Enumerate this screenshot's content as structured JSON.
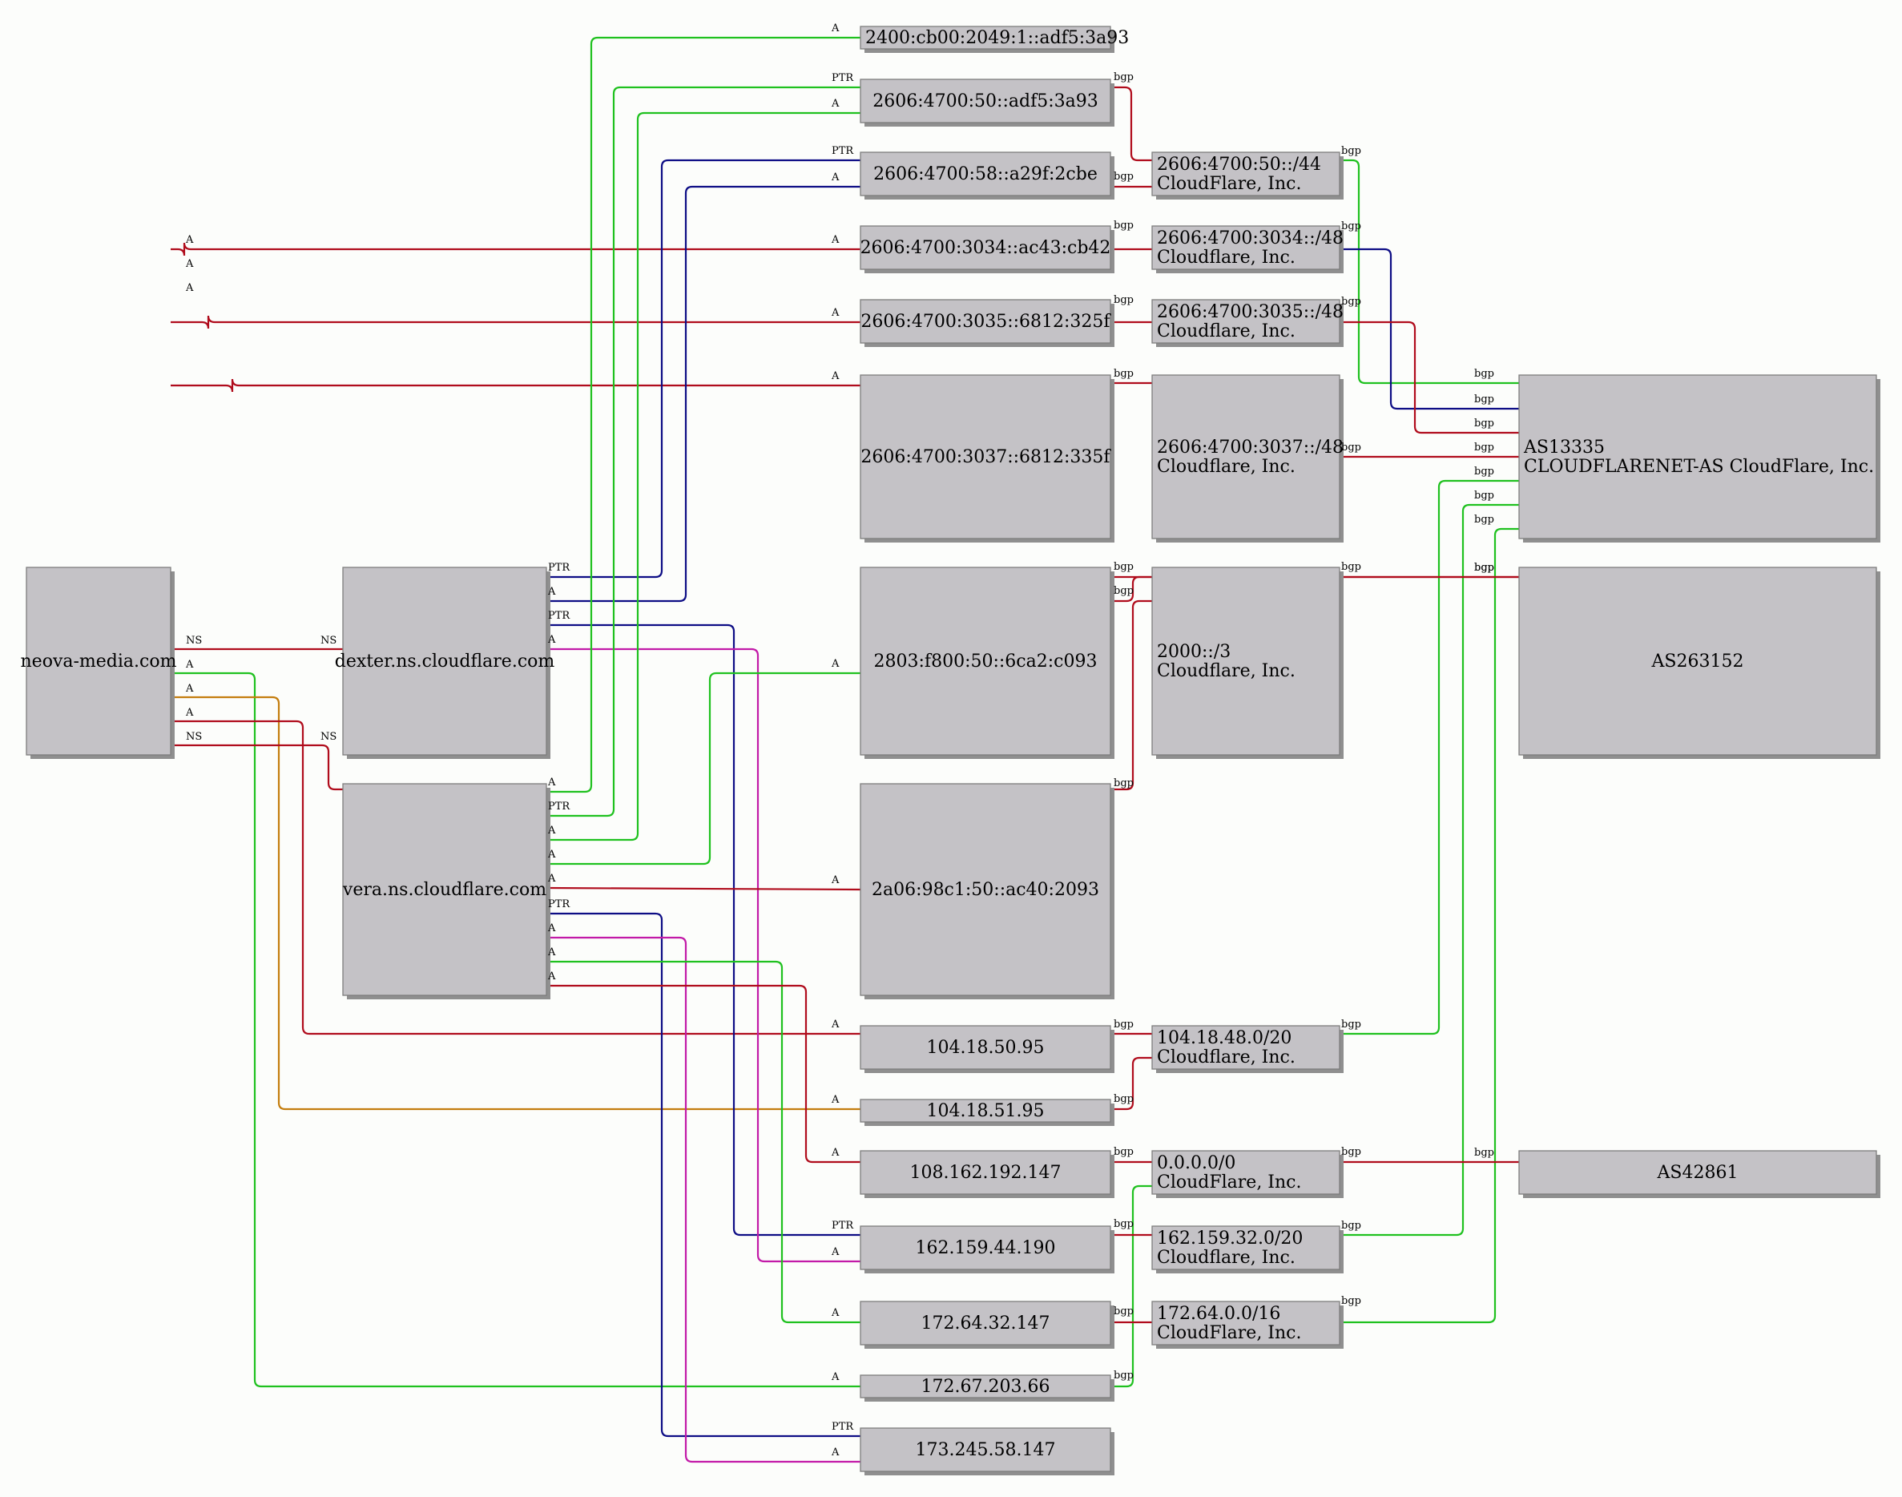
{
  "colors": {
    "red": "#b00c1c",
    "green": "#1fc11f",
    "navy": "#0d0d85",
    "magenta": "#c21aa8",
    "orange": "#c47d0e",
    "node_fill": "#c4c2c6"
  },
  "nodes": [
    {
      "id": "neova",
      "lines": [
        "neova-media.com"
      ]
    },
    {
      "id": "dexter",
      "lines": [
        "dexter.ns.cloudflare.com"
      ]
    },
    {
      "id": "vera",
      "lines": [
        "vera.ns.cloudflare.com"
      ]
    },
    {
      "id": "ip2400",
      "lines": [
        "2400:cb00:2049:1::adf5:3a93"
      ]
    },
    {
      "id": "ip50",
      "lines": [
        "2606:4700:50::adf5:3a93"
      ]
    },
    {
      "id": "ip58",
      "lines": [
        "2606:4700:58::a29f:2cbe"
      ]
    },
    {
      "id": "ip3034",
      "lines": [
        "2606:4700:3034::ac43:cb42"
      ]
    },
    {
      "id": "ip3035",
      "lines": [
        "2606:4700:3035::6812:325f"
      ]
    },
    {
      "id": "ip3037",
      "lines": [
        "2606:4700:3037::6812:335f"
      ]
    },
    {
      "id": "ip2803",
      "lines": [
        "2803:f800:50::6ca2:c093"
      ]
    },
    {
      "id": "ip2a06",
      "lines": [
        "2a06:98c1:50::ac40:2093"
      ]
    },
    {
      "id": "ip104_50",
      "lines": [
        "104.18.50.95"
      ]
    },
    {
      "id": "ip104_51",
      "lines": [
        "104.18.51.95"
      ]
    },
    {
      "id": "ip108",
      "lines": [
        "108.162.192.147"
      ]
    },
    {
      "id": "ip162",
      "lines": [
        "162.159.44.190"
      ]
    },
    {
      "id": "ip172_32",
      "lines": [
        "172.64.32.147"
      ]
    },
    {
      "id": "ip172_203",
      "lines": [
        "172.67.203.66"
      ]
    },
    {
      "id": "ip173",
      "lines": [
        "173.245.58.147"
      ]
    },
    {
      "id": "p50",
      "lines": [
        "2606:4700:50::/44",
        "CloudFlare, Inc."
      ]
    },
    {
      "id": "p3034",
      "lines": [
        "2606:4700:3034::/48",
        "Cloudflare, Inc."
      ]
    },
    {
      "id": "p3035",
      "lines": [
        "2606:4700:3035::/48",
        "Cloudflare, Inc."
      ]
    },
    {
      "id": "p3037",
      "lines": [
        "2606:4700:3037::/48",
        "Cloudflare, Inc."
      ]
    },
    {
      "id": "p2000",
      "lines": [
        "2000::/3",
        "Cloudflare, Inc."
      ]
    },
    {
      "id": "p104",
      "lines": [
        "104.18.48.0/20",
        "Cloudflare, Inc."
      ]
    },
    {
      "id": "p0",
      "lines": [
        "0.0.0.0/0",
        "CloudFlare, Inc."
      ]
    },
    {
      "id": "p162",
      "lines": [
        "162.159.32.0/20",
        "Cloudflare, Inc."
      ]
    },
    {
      "id": "p172",
      "lines": [
        "172.64.0.0/16",
        "CloudFlare, Inc."
      ]
    },
    {
      "id": "as13335",
      "lines": [
        "AS13335",
        "CLOUDFLARENET-AS CloudFlare, Inc."
      ]
    },
    {
      "id": "as263152",
      "lines": [
        "AS263152"
      ]
    },
    {
      "id": "as42861",
      "lines": [
        "AS42861"
      ]
    }
  ],
  "edges": [
    {
      "from": "neova",
      "to": "ip3034",
      "label": "A",
      "color": "red"
    },
    {
      "from": "neova",
      "to": "ip3035",
      "label": "A",
      "color": "red"
    },
    {
      "from": "neova",
      "to": "ip3037",
      "label": "A",
      "color": "red"
    },
    {
      "from": "neova",
      "to": "dexter",
      "label": "NS",
      "color": "red"
    },
    {
      "from": "neova",
      "to": "ip172_203",
      "label": "A",
      "color": "green"
    },
    {
      "from": "neova",
      "to": "ip104_51",
      "label": "A",
      "color": "orange"
    },
    {
      "from": "neova",
      "to": "ip104_50",
      "label": "A",
      "color": "red"
    },
    {
      "from": "neova",
      "to": "vera",
      "label": "NS",
      "color": "red"
    },
    {
      "from": "dexter",
      "to": "ip58",
      "label": "PTR",
      "color": "navy"
    },
    {
      "from": "dexter",
      "to": "ip58",
      "label": "A",
      "color": "navy"
    },
    {
      "from": "dexter",
      "to": "ip162",
      "label": "PTR",
      "color": "navy"
    },
    {
      "from": "dexter",
      "to": "ip162",
      "label": "A",
      "color": "magenta"
    },
    {
      "from": "vera",
      "to": "ip2400",
      "label": "A",
      "color": "green"
    },
    {
      "from": "vera",
      "to": "ip50",
      "label": "PTR",
      "color": "green"
    },
    {
      "from": "vera",
      "to": "ip50",
      "label": "A",
      "color": "green"
    },
    {
      "from": "vera",
      "to": "ip2803",
      "label": "A",
      "color": "green"
    },
    {
      "from": "vera",
      "to": "ip2a06",
      "label": "A",
      "color": "red"
    },
    {
      "from": "vera",
      "to": "ip173",
      "label": "PTR",
      "color": "navy"
    },
    {
      "from": "vera",
      "to": "ip173",
      "label": "A",
      "color": "magenta"
    },
    {
      "from": "vera",
      "to": "ip172_32",
      "label": "A",
      "color": "green"
    },
    {
      "from": "vera",
      "to": "ip108",
      "label": "A",
      "color": "red"
    },
    {
      "from": "ip50",
      "to": "p50",
      "label": "bgp",
      "color": "red"
    },
    {
      "from": "ip58",
      "to": "p50",
      "label": "bgp",
      "color": "red"
    },
    {
      "from": "ip3034",
      "to": "p3034",
      "label": "bgp",
      "color": "red"
    },
    {
      "from": "ip3035",
      "to": "p3035",
      "label": "bgp",
      "color": "red"
    },
    {
      "from": "ip3037",
      "to": "p3037",
      "label": "bgp",
      "color": "red"
    },
    {
      "from": "ip2803",
      "to": "as263152",
      "label": "bgp",
      "color": "red"
    },
    {
      "from": "ip2803",
      "to": "p2000",
      "label": "bgp",
      "color": "red"
    },
    {
      "from": "ip2a06",
      "to": "p2000",
      "label": "bgp",
      "color": "red"
    },
    {
      "from": "ip104_50",
      "to": "p104",
      "label": "bgp",
      "color": "red"
    },
    {
      "from": "ip104_51",
      "to": "p104",
      "label": "bgp",
      "color": "red"
    },
    {
      "from": "ip108",
      "to": "p0",
      "label": "bgp",
      "color": "red"
    },
    {
      "from": "ip172_203",
      "to": "p0",
      "label": "bgp",
      "color": "green"
    },
    {
      "from": "ip162",
      "to": "p162",
      "label": "bgp",
      "color": "red"
    },
    {
      "from": "ip172_32",
      "to": "p172",
      "label": "bgp",
      "color": "red"
    },
    {
      "from": "p50",
      "to": "as13335",
      "label": "bgp",
      "color": "green"
    },
    {
      "from": "p3034",
      "to": "as13335",
      "label": "bgp",
      "color": "navy"
    },
    {
      "from": "p3035",
      "to": "as13335",
      "label": "bgp",
      "color": "red"
    },
    {
      "from": "p3037",
      "to": "as13335",
      "label": "bgp",
      "color": "red"
    },
    {
      "from": "p104",
      "to": "as13335",
      "label": "bgp",
      "color": "green"
    },
    {
      "from": "p162",
      "to": "as13335",
      "label": "bgp",
      "color": "green"
    },
    {
      "from": "p172",
      "to": "as13335",
      "label": "bgp",
      "color": "green"
    },
    {
      "from": "p2000",
      "to": "as263152",
      "label": "bgp",
      "color": "red"
    },
    {
      "from": "p0",
      "to": "as42861",
      "label": "bgp",
      "color": "red"
    }
  ]
}
